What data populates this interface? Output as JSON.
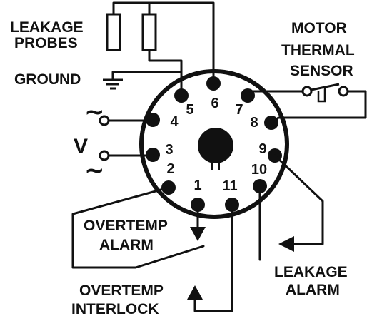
{
  "labels": {
    "leakage_probes": [
      "LEAKAGE",
      "PROBES"
    ],
    "ground": "GROUND",
    "motor_thermal_sensor": [
      "MOTOR",
      "THERMAL",
      "SENSOR"
    ],
    "overtemp_alarm": [
      "OVERTEMP",
      "ALARM"
    ],
    "overtemp_interlock": [
      "OVERTEMP",
      "INTERLOCK"
    ],
    "leakage_alarm": [
      "LEAKAGE",
      "ALARM"
    ],
    "voltage_symbol": "V",
    "ac_symbol_top": "~",
    "ac_symbol_bottom": "~"
  },
  "pins": [
    "1",
    "2",
    "3",
    "4",
    "5",
    "6",
    "7",
    "8",
    "9",
    "10",
    "11"
  ],
  "colors": {
    "ink": "#111111",
    "background": "#ffffff"
  }
}
